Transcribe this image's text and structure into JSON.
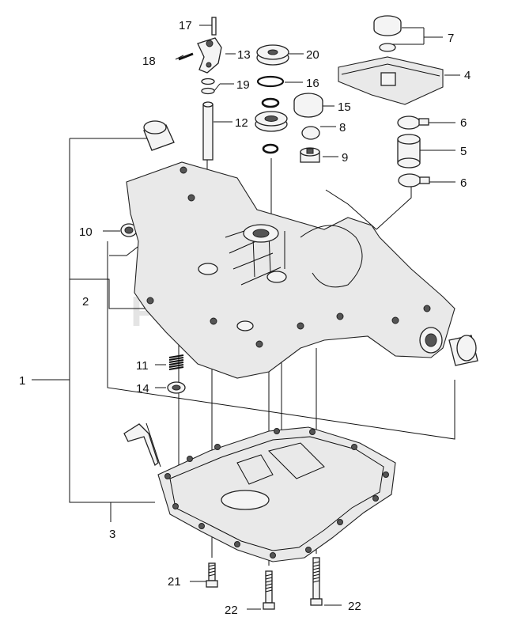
{
  "watermark": "PartsTree",
  "callouts": {
    "c1": "1",
    "c2": "2",
    "c3": "3",
    "c4": "4",
    "c5": "5",
    "c6a": "6",
    "c6b": "6",
    "c7": "7",
    "c8": "8",
    "c9": "9",
    "c10": "10",
    "c11": "11",
    "c12": "12",
    "c13": "13",
    "c14": "14",
    "c15": "15",
    "c16": "16",
    "c17": "17",
    "c18": "18",
    "c19": "19",
    "c20": "20",
    "c21": "21",
    "c22a": "22",
    "c22b": "22"
  }
}
